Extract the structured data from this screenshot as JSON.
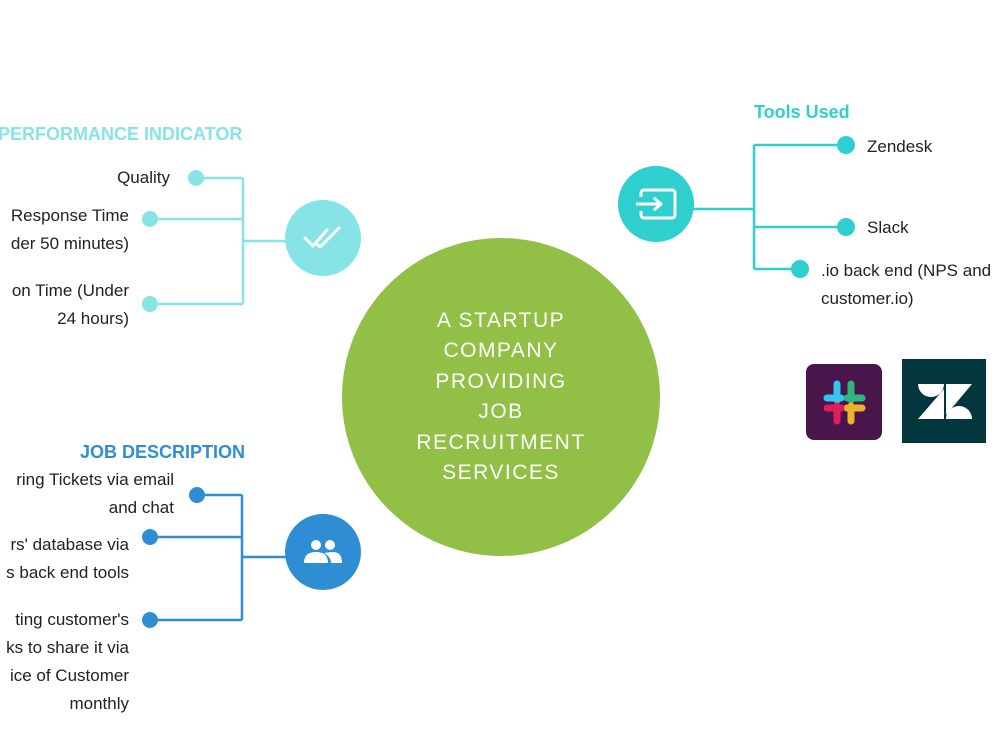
{
  "center": {
    "text": "A STARTUP\nCOMPANY\nPROVIDING\nJOB\nRECRUITMENT\nSERVICES"
  },
  "performance": {
    "heading": "PERFORMANCE INDICATOR",
    "items": [
      "Quality",
      "Response Time",
      "der 50 minutes)",
      "on Time (Under",
      "24 hours)"
    ]
  },
  "job_description": {
    "heading": "JOB DESCRIPTION",
    "items": [
      "ring Tickets  via email",
      "and chat",
      "rs' database via",
      "s back end tools",
      "ting customer's",
      "ks to share it via",
      "ice of Customer",
      "monthly"
    ]
  },
  "tools": {
    "heading": "Tools Used",
    "items": [
      "Zendesk",
      "Slack",
      ".io back end (NPS and",
      "customer.io)"
    ]
  },
  "logos": {
    "slack": "slack-logo",
    "zendesk": "zendesk-logo"
  },
  "colors": {
    "center_green": "#92bf46",
    "perf_cyan": "#86e4e6",
    "job_blue": "#2f8dd4",
    "tools_teal": "#2fcfcf",
    "slack_bg": "#4a154b",
    "zendesk_bg": "#03363d"
  }
}
